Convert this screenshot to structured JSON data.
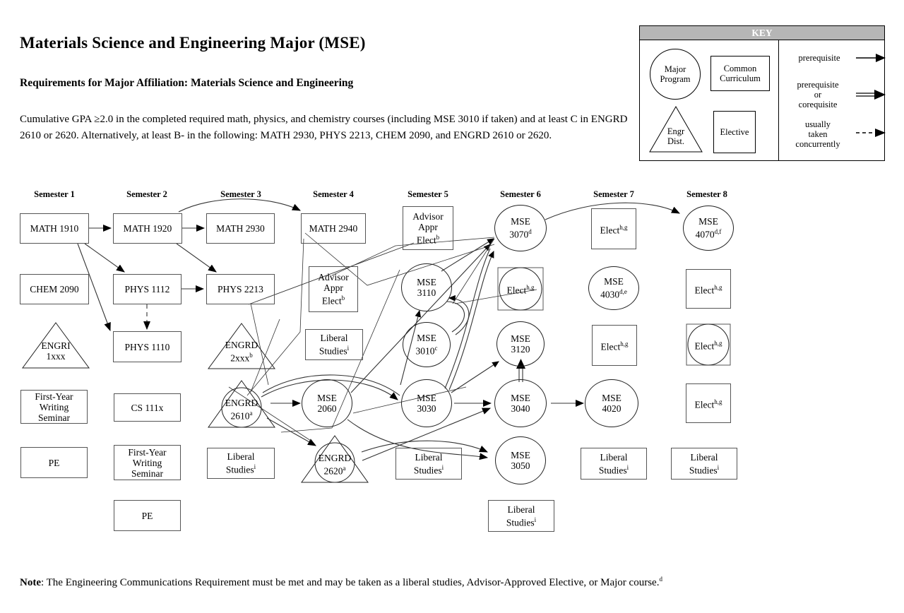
{
  "page_title": "Materials Science and Engineering Major (MSE)",
  "requirements_heading": "Requirements for Major Affiliation:  Materials Science and Engineering",
  "requirements_body": "Cumulative GPA ≥2.0 in the completed required math, physics, and chemistry courses (including MSE 3010 if taken) and at least C in ENGRD 2610 or 2620. Alternatively, at least B- in the following: MATH 2930, PHYS 2213, CHEM 2090, and ENGRD 2610 or 2620.",
  "note": {
    "label": "Note",
    "text": ": The Engineering Communications Requirement must be met and may be taken as a liberal studies, Advisor-Approved Elective, or Major course.",
    "superscript": "d"
  },
  "key": {
    "title": "KEY",
    "shapes": [
      {
        "id": "major-program",
        "shape": "circle",
        "line1": "Major",
        "line2": "Program"
      },
      {
        "id": "common-curriculum",
        "shape": "rect",
        "line1": "Common",
        "line2": "Curriculum"
      },
      {
        "id": "engr-dist",
        "shape": "triangle",
        "line1": "Engr",
        "line2": "Dist."
      },
      {
        "id": "elective",
        "shape": "rect",
        "line1": "Elective",
        "line2": ""
      }
    ],
    "legends": [
      {
        "id": "prerequisite",
        "lines": [
          "prerequisite"
        ],
        "arrow": "single"
      },
      {
        "id": "prerequisite-or-corequisite",
        "lines": [
          "prerequisite",
          "or",
          "corequisite"
        ],
        "arrow": "double"
      },
      {
        "id": "usually-taken-concurrently",
        "lines": [
          "usually",
          "taken",
          "concurrently"
        ],
        "arrow": "dashed"
      }
    ]
  },
  "semesters": [
    {
      "label": "Semester 1"
    },
    {
      "label": "Semester 2"
    },
    {
      "label": "Semester 3"
    },
    {
      "label": "Semester 4"
    },
    {
      "label": "Semester 5"
    },
    {
      "label": "Semester 6"
    },
    {
      "label": "Semester 7"
    },
    {
      "label": "Semester 8"
    }
  ],
  "chart_data": {
    "type": "diagram",
    "title": "Materials Science and Engineering Major (MSE) curriculum flowchart",
    "nodes": [
      {
        "id": "math1910",
        "sem": 1,
        "shape": "rect",
        "line1": "MATH 1910",
        "line2": "",
        "sup": ""
      },
      {
        "id": "chem2090",
        "sem": 1,
        "shape": "rect",
        "line1": "CHEM 2090",
        "line2": "",
        "sup": ""
      },
      {
        "id": "engri1xxx",
        "sem": 1,
        "shape": "triangle",
        "line1": "ENGRI",
        "line2": "1xxx",
        "sup": ""
      },
      {
        "id": "fws1",
        "sem": 1,
        "shape": "rect",
        "line1": "First-Year",
        "line2": "Writing",
        "line3": "Seminar",
        "sup": ""
      },
      {
        "id": "pe1",
        "sem": 1,
        "shape": "rect",
        "line1": "PE",
        "line2": "",
        "sup": ""
      },
      {
        "id": "math1920",
        "sem": 2,
        "shape": "rect",
        "line1": "MATH 1920",
        "line2": "",
        "sup": ""
      },
      {
        "id": "phys1112",
        "sem": 2,
        "shape": "rect",
        "line1": "PHYS 1112",
        "line2": "",
        "sup": ""
      },
      {
        "id": "phys1110",
        "sem": 2,
        "shape": "rect",
        "line1": "PHYS 1110",
        "line2": "",
        "sup": ""
      },
      {
        "id": "cs111x",
        "sem": 2,
        "shape": "rect",
        "line1": "CS 111x",
        "line2": "",
        "sup": ""
      },
      {
        "id": "fws2",
        "sem": 2,
        "shape": "rect",
        "line1": "First-Year",
        "line2": "Writing",
        "line3": "Seminar",
        "sup": ""
      },
      {
        "id": "pe2",
        "sem": 2,
        "shape": "rect",
        "line1": "PE",
        "line2": "",
        "sup": ""
      },
      {
        "id": "math2930",
        "sem": 3,
        "shape": "rect",
        "line1": "MATH 2930",
        "line2": "",
        "sup": ""
      },
      {
        "id": "phys2213",
        "sem": 3,
        "shape": "rect",
        "line1": "PHYS 2213",
        "line2": "",
        "sup": ""
      },
      {
        "id": "engrd2xxx",
        "sem": 3,
        "shape": "triangle",
        "line1": "ENGRD",
        "line2": "2xxx",
        "sup": "b"
      },
      {
        "id": "engrd2610",
        "sem": 3,
        "shape": "combo",
        "line1": "ENGRD",
        "line2": "2610",
        "sup": "a"
      },
      {
        "id": "libstud3",
        "sem": 3,
        "shape": "rect",
        "line1": "Liberal",
        "line2": "Studies",
        "sup": "i"
      },
      {
        "id": "math2940",
        "sem": 4,
        "shape": "rect",
        "line1": "MATH 2940",
        "line2": "",
        "sup": ""
      },
      {
        "id": "aae4",
        "sem": 4,
        "shape": "rect",
        "line1": "Advisor",
        "line2": "Appr",
        "line3": "Elect",
        "sup": "b"
      },
      {
        "id": "libstud4",
        "sem": 4,
        "shape": "rect",
        "line1": "Liberal",
        "line2": "Studies",
        "sup": "i"
      },
      {
        "id": "mse2060",
        "sem": 4,
        "shape": "circle",
        "line1": "MSE",
        "line2": "2060",
        "sup": ""
      },
      {
        "id": "engrd2620",
        "sem": 4,
        "shape": "combo",
        "line1": "ENGRD",
        "line2": "2620",
        "sup": "a"
      },
      {
        "id": "aae5",
        "sem": 5,
        "shape": "rect",
        "line1": "Advisor",
        "line2": "Appr",
        "line3": "Elect",
        "sup": "b"
      },
      {
        "id": "mse3110",
        "sem": 5,
        "shape": "circle",
        "line1": "MSE",
        "line2": "3110",
        "sup": ""
      },
      {
        "id": "mse3010",
        "sem": 5,
        "shape": "circle",
        "line1": "MSE",
        "line2": "3010",
        "sup": "c"
      },
      {
        "id": "mse3030",
        "sem": 5,
        "shape": "circle",
        "line1": "MSE",
        "line2": "3030",
        "sup": ""
      },
      {
        "id": "libstud5",
        "sem": 5,
        "shape": "rect",
        "line1": "Liberal",
        "line2": "Studies",
        "sup": "i"
      },
      {
        "id": "mse3070",
        "sem": 6,
        "shape": "circle",
        "line1": "MSE",
        "line2": "3070",
        "sup": "d"
      },
      {
        "id": "elect6",
        "sem": 6,
        "shape": "combo-sq",
        "line1": "Elect",
        "line2": "",
        "sup": "h,g"
      },
      {
        "id": "mse3120",
        "sem": 6,
        "shape": "circle",
        "line1": "MSE",
        "line2": "3120",
        "sup": ""
      },
      {
        "id": "mse3040",
        "sem": 6,
        "shape": "circle",
        "line1": "MSE",
        "line2": "3040",
        "sup": ""
      },
      {
        "id": "mse3050",
        "sem": 6,
        "shape": "circle",
        "line1": "MSE",
        "line2": "3050",
        "sup": ""
      },
      {
        "id": "libstud6",
        "sem": 6,
        "shape": "rect",
        "line1": "Liberal",
        "line2": "Studies",
        "sup": "i"
      },
      {
        "id": "elect7a",
        "sem": 7,
        "shape": "rect",
        "line1": "Elect",
        "line2": "",
        "sup": "h,g"
      },
      {
        "id": "mse4030",
        "sem": 7,
        "shape": "circle",
        "line1": "MSE",
        "line2": "4030",
        "sup": "d,e"
      },
      {
        "id": "elect7b",
        "sem": 7,
        "shape": "rect",
        "line1": "Elect",
        "line2": "",
        "sup": "h,g"
      },
      {
        "id": "mse4020",
        "sem": 7,
        "shape": "circle",
        "line1": "MSE",
        "line2": "4020",
        "sup": ""
      },
      {
        "id": "libstud7",
        "sem": 7,
        "shape": "rect",
        "line1": "Liberal",
        "line2": "Studies",
        "sup": "i"
      },
      {
        "id": "mse4070",
        "sem": 8,
        "shape": "circle",
        "line1": "MSE",
        "line2": "4070",
        "sup": "d,f"
      },
      {
        "id": "elect8a",
        "sem": 8,
        "shape": "rect",
        "line1": "Elect",
        "line2": "",
        "sup": "h,g"
      },
      {
        "id": "elect8b",
        "sem": 8,
        "shape": "combo-sq",
        "line1": "Elect",
        "line2": "",
        "sup": "h,g"
      },
      {
        "id": "elect8c",
        "sem": 8,
        "shape": "rect",
        "line1": "Elect",
        "line2": "",
        "sup": "h,g"
      },
      {
        "id": "libstud8",
        "sem": 8,
        "shape": "rect",
        "line1": "Liberal",
        "line2": "Studies",
        "sup": "i"
      }
    ],
    "edges": [
      {
        "from": "math1910",
        "to": "math1920",
        "type": "prerequisite"
      },
      {
        "from": "math1910",
        "to": "phys1112",
        "type": "prerequisite"
      },
      {
        "from": "math1910",
        "to": "phys1110",
        "type": "prerequisite"
      },
      {
        "from": "math1920",
        "to": "math2930",
        "type": "prerequisite"
      },
      {
        "from": "math1920",
        "to": "math2940",
        "type": "prerequisite"
      },
      {
        "from": "math1920",
        "to": "phys2213",
        "type": "prerequisite"
      },
      {
        "from": "phys1112",
        "to": "phys2213",
        "type": "prerequisite"
      },
      {
        "from": "phys1112",
        "to": "phys1110",
        "type": "concurrent"
      },
      {
        "from": "engrd2610",
        "to": "mse2060",
        "type": "prerequisite"
      },
      {
        "from": "engrd2610",
        "to": "engrd2620",
        "type": "prerequisite"
      },
      {
        "from": "engrd2610",
        "to": "mse3030",
        "type": "corequisite"
      },
      {
        "from": "mse2060",
        "to": "mse3050",
        "type": "prerequisite"
      },
      {
        "from": "mse2060",
        "to": "mse3070",
        "type": "prerequisite"
      },
      {
        "from": "mse3110",
        "to": "mse3070",
        "type": "prerequisite"
      },
      {
        "from": "mse3010",
        "to": "mse3110",
        "type": "corequisite"
      },
      {
        "from": "mse3030",
        "to": "mse3110",
        "type": "corequisite"
      },
      {
        "from": "mse3030",
        "to": "mse3040",
        "type": "prerequisite"
      },
      {
        "from": "mse3030",
        "to": "mse3070",
        "type": "prerequisite"
      },
      {
        "from": "mse3030",
        "to": "mse3120",
        "type": "prerequisite"
      },
      {
        "from": "mse3040",
        "to": "mse4020",
        "type": "prerequisite"
      },
      {
        "from": "mse3040",
        "to": "mse3120",
        "type": "corequisite"
      },
      {
        "from": "mse3070",
        "to": "mse4070",
        "type": "prerequisite"
      },
      {
        "from": "engrd2620",
        "to": "mse3050",
        "type": "prerequisite"
      },
      {
        "from": "engrd2620",
        "to": "mse3040",
        "type": "prerequisite"
      },
      {
        "from": "phys2213",
        "to": "mse3010",
        "type": "prerequisite"
      }
    ]
  }
}
